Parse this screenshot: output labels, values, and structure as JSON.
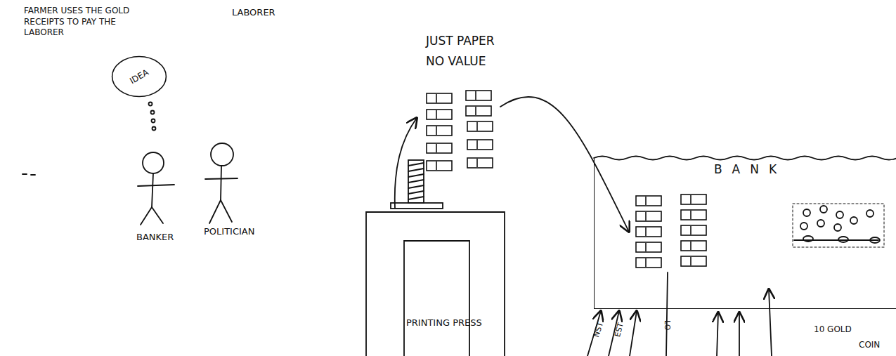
{
  "diagram": {
    "nodes": [
      {
        "text": [
          "IDEA"
        ]
      },
      {
        "text": [
          "BANK"
        ]
      }
    ],
    "labels": [
      "FARMER USES THE GOLD RECEIPTS TO PAY THE LABORER",
      "LABORER",
      "JUST PAPER NO VALUE",
      "BANKER",
      "POLITICIAN",
      "PRINTING PRESS",
      "NST",
      "EST",
      "LO",
      "10 GOLD",
      "COIN"
    ]
  }
}
